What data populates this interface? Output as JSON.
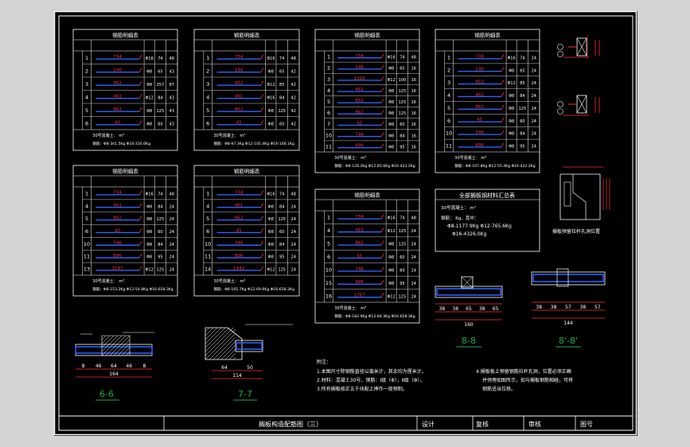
{
  "drawing": {
    "title": "搁板构造配筋图（三）",
    "design_label": "设计",
    "review_label": "复核",
    "approve_label": "审核",
    "drawing_no_label": "图号"
  },
  "tables": [
    {
      "title": "钢筋明细表",
      "rows": [
        {
          "no": "1",
          "len": "734",
          "dia": "Φ16",
          "n": "74",
          "w": "48"
        },
        {
          "no": "2",
          "len": "146",
          "dia": "Φ8",
          "n": "65",
          "w": "43"
        },
        {
          "no": "3",
          "len": "852",
          "dia": "Φ8",
          "n": "257",
          "w": "87"
        },
        {
          "no": "4",
          "len": "461",
          "dia": "Φ12",
          "n": "84",
          "w": "43"
        },
        {
          "no": "5",
          "len": "862",
          "dia": "Φ8",
          "n": "125",
          "w": "43"
        },
        {
          "no": "6",
          "len": "45",
          "dia": "Φ8",
          "n": "60",
          "w": "43"
        }
      ],
      "note1": "30号混凝土：   m³",
      "note2": "钢筋：Φ8-341.5Kg  Φ16-316.6Kg"
    },
    {
      "title": "钢筋明细表",
      "rows": [
        {
          "no": "1",
          "len": "734",
          "dia": "Φ16",
          "n": "74",
          "w": "48"
        },
        {
          "no": "2",
          "len": "146",
          "dia": "Φ8",
          "n": "65",
          "w": "42"
        },
        {
          "no": "3",
          "len": "852",
          "dia": "Φ12",
          "n": "85",
          "w": "42"
        },
        {
          "no": "4",
          "len": "461",
          "dia": "Φ16",
          "n": "84",
          "w": "42"
        },
        {
          "no": "5",
          "len": "862",
          "dia": "Φ8",
          "n": "125",
          "w": "42"
        },
        {
          "no": "6",
          "len": "45",
          "dia": "Φ8",
          "n": "60",
          "w": "42"
        }
      ],
      "note1": "30号混凝土：   m³",
      "note2": "钢筋：Φ8-97.3Kg  Φ12-105.4Kg  Φ16-168.1Kg"
    },
    {
      "title": "钢筋明细表",
      "rows": [
        {
          "no": "1",
          "len": "734",
          "dia": "Φ16",
          "n": "74",
          "w": "48"
        },
        {
          "no": "2",
          "len": "146",
          "dia": "Φ8",
          "n": "65",
          "w": "16"
        },
        {
          "no": "3",
          "len": "1316",
          "dia": "Φ12",
          "n": "100",
          "w": "16"
        },
        {
          "no": "4",
          "len": "461",
          "dia": "Φ8",
          "n": "125",
          "w": "16"
        },
        {
          "no": "5",
          "len": "653",
          "dia": "Φ8",
          "n": "125",
          "w": "16"
        },
        {
          "no": "6",
          "len": "862",
          "dia": "Φ8",
          "n": "125",
          "w": "16"
        },
        {
          "no": "7",
          "len": "45",
          "dia": "Φ8",
          "n": "60",
          "w": "16"
        },
        {
          "no": "10",
          "len": "746",
          "dia": "Φ8",
          "n": "84",
          "w": "16"
        },
        {
          "no": "11",
          "len": "896",
          "dia": "Φ8",
          "n": "95",
          "w": "16"
        }
      ],
      "note1": "30号混凝土：   m³",
      "note2": "钢筋：Φ8-128.2Kg  Φ12-85.6Kg  Φ16-423.2Kg"
    },
    {
      "title": "钢筋明细表",
      "rows": [
        {
          "no": "1",
          "len": "734",
          "dia": "Φ16",
          "n": "74",
          "w": "24"
        },
        {
          "no": "2",
          "len": "146",
          "dia": "Φ8",
          "n": "65",
          "w": "24"
        },
        {
          "no": "3",
          "len": "852",
          "dia": "Φ12",
          "n": "85",
          "w": "24"
        },
        {
          "no": "4",
          "len": "461",
          "dia": "Φ8",
          "n": "84",
          "w": "24"
        },
        {
          "no": "5",
          "len": "862",
          "dia": "Φ8",
          "n": "125",
          "w": "24"
        },
        {
          "no": "6",
          "len": "45",
          "dia": "Φ8",
          "n": "60",
          "w": "24"
        },
        {
          "no": "10",
          "len": "746",
          "dia": "Φ8",
          "n": "84",
          "w": "24"
        },
        {
          "no": "11",
          "len": "896",
          "dia": "Φ8",
          "n": "95",
          "w": "24"
        }
      ],
      "note1": "30号混凝土：   m³",
      "note2": "钢筋：Φ8-107.8Kg  Φ12-55.4Kg  Φ16-422.2Kg"
    },
    {
      "title": "钢筋明细表",
      "rows": [
        {
          "no": "1",
          "len": "734",
          "dia": "Φ16",
          "n": "74",
          "w": "48"
        },
        {
          "no": "4",
          "len": "461",
          "dia": "Φ8",
          "n": "84",
          "w": "24"
        },
        {
          "no": "5",
          "len": "862",
          "dia": "Φ8",
          "n": "125",
          "w": "24"
        },
        {
          "no": "6",
          "len": "45",
          "dia": "Φ8",
          "n": "60",
          "w": "24"
        },
        {
          "no": "10",
          "len": "746",
          "dia": "Φ8",
          "n": "84",
          "w": "24"
        },
        {
          "no": "11",
          "len": "896",
          "dia": "Φ8",
          "n": "95",
          "w": "24"
        },
        {
          "no": "13",
          "len": "1097",
          "dia": "Φ12",
          "n": "125",
          "w": "24"
        }
      ],
      "note1": "30号混凝土：   m³",
      "note2": "钢筋：Φ8-153.2Kg  Φ12-54.8Kg  Φ16-658.3Kg"
    },
    {
      "title": "钢筋明细表",
      "rows": [
        {
          "no": "1",
          "len": "734",
          "dia": "Φ16",
          "n": "74",
          "w": "48"
        },
        {
          "no": "4",
          "len": "461",
          "dia": "Φ8",
          "n": "84",
          "w": "24"
        },
        {
          "no": "5",
          "len": "862",
          "dia": "Φ8",
          "n": "125",
          "w": "24"
        },
        {
          "no": "6",
          "len": "45",
          "dia": "Φ8",
          "n": "60",
          "w": "24"
        },
        {
          "no": "10",
          "len": "746",
          "dia": "Φ8",
          "n": "84",
          "w": "24"
        },
        {
          "no": "11",
          "len": "896",
          "dia": "Φ8",
          "n": "95",
          "w": "24"
        },
        {
          "no": "14",
          "len": "1442",
          "dia": "Φ12",
          "n": "125",
          "w": "24"
        }
      ],
      "note1": "30号混凝土：   m³",
      "note2": "钢筋：Φ8-165.7Kg  Φ12-69.6Kg  Φ16-658.3Kg"
    },
    {
      "title": "钢筋明细表",
      "rows": [
        {
          "no": "1",
          "len": "734",
          "dia": "Φ16",
          "n": "74",
          "w": "48"
        },
        {
          "no": "4",
          "len": "461",
          "dia": "Φ12",
          "n": "125",
          "w": "24"
        },
        {
          "no": "5",
          "len": "862",
          "dia": "Φ8",
          "n": "125",
          "w": "24"
        },
        {
          "no": "6",
          "len": "45",
          "dia": "Φ8",
          "n": "60",
          "w": "24"
        },
        {
          "no": "10",
          "len": "746",
          "dia": "Φ8",
          "n": "84",
          "w": "24"
        },
        {
          "no": "15",
          "len": "996",
          "dia": "Φ8",
          "n": "95",
          "w": "24"
        },
        {
          "no": "16",
          "len": "1787",
          "dia": "Φ12",
          "n": "125",
          "w": "24"
        }
      ],
      "note1": "30号混凝土：   m³",
      "note2": "钢筋：Φ8-182.9Kg  Φ12-84.3Kg  Φ16-658.3Kg"
    }
  ],
  "summary": {
    "title": "全部搁板钢材料汇总表",
    "line1": "30号混凝土：   m³",
    "line2": "钢筋：   Kg，其中：",
    "line3": "Φ8-1177.9Kg  Φ12-765.6Kg",
    "line4": "Φ16-4326.0Kg"
  },
  "sections": {
    "s66": {
      "label": "6-6",
      "dims": [
        "8",
        "46",
        "64",
        "46",
        "8"
      ],
      "total": "164"
    },
    "s77": {
      "label": "7-7",
      "dims": [
        "64",
        "50"
      ],
      "total": "114"
    },
    "s88": {
      "label": "8-8",
      "dims": [
        "38",
        "38",
        "65",
        "38",
        "65"
      ],
      "total": "160"
    },
    "s88b": {
      "label": "8'-8'",
      "dims": [
        "38",
        "38",
        "57",
        "38",
        "57"
      ],
      "total": "144"
    }
  },
  "detail_caption": "搁板预留拉杆孔洞位置",
  "notes": {
    "heading": "附注：",
    "n1": "1.本图尺寸除钢筋直径以毫米计，其余均为厘米计。",
    "n2": "2.材料：混凝土30号，钢筋：Ⅰ级（Φ），Ⅱ级（Φ）。",
    "n3": "3.所有搁板按正五千块配上摔作一般预制。",
    "n4": "4.搁板板上预留钢筋拉杆孔洞，位置必须正确",
    "n5": "并预埋如图所示，如与搁板钢筋相碰，可将",
    "n6": "钢筋适当位移。"
  }
}
